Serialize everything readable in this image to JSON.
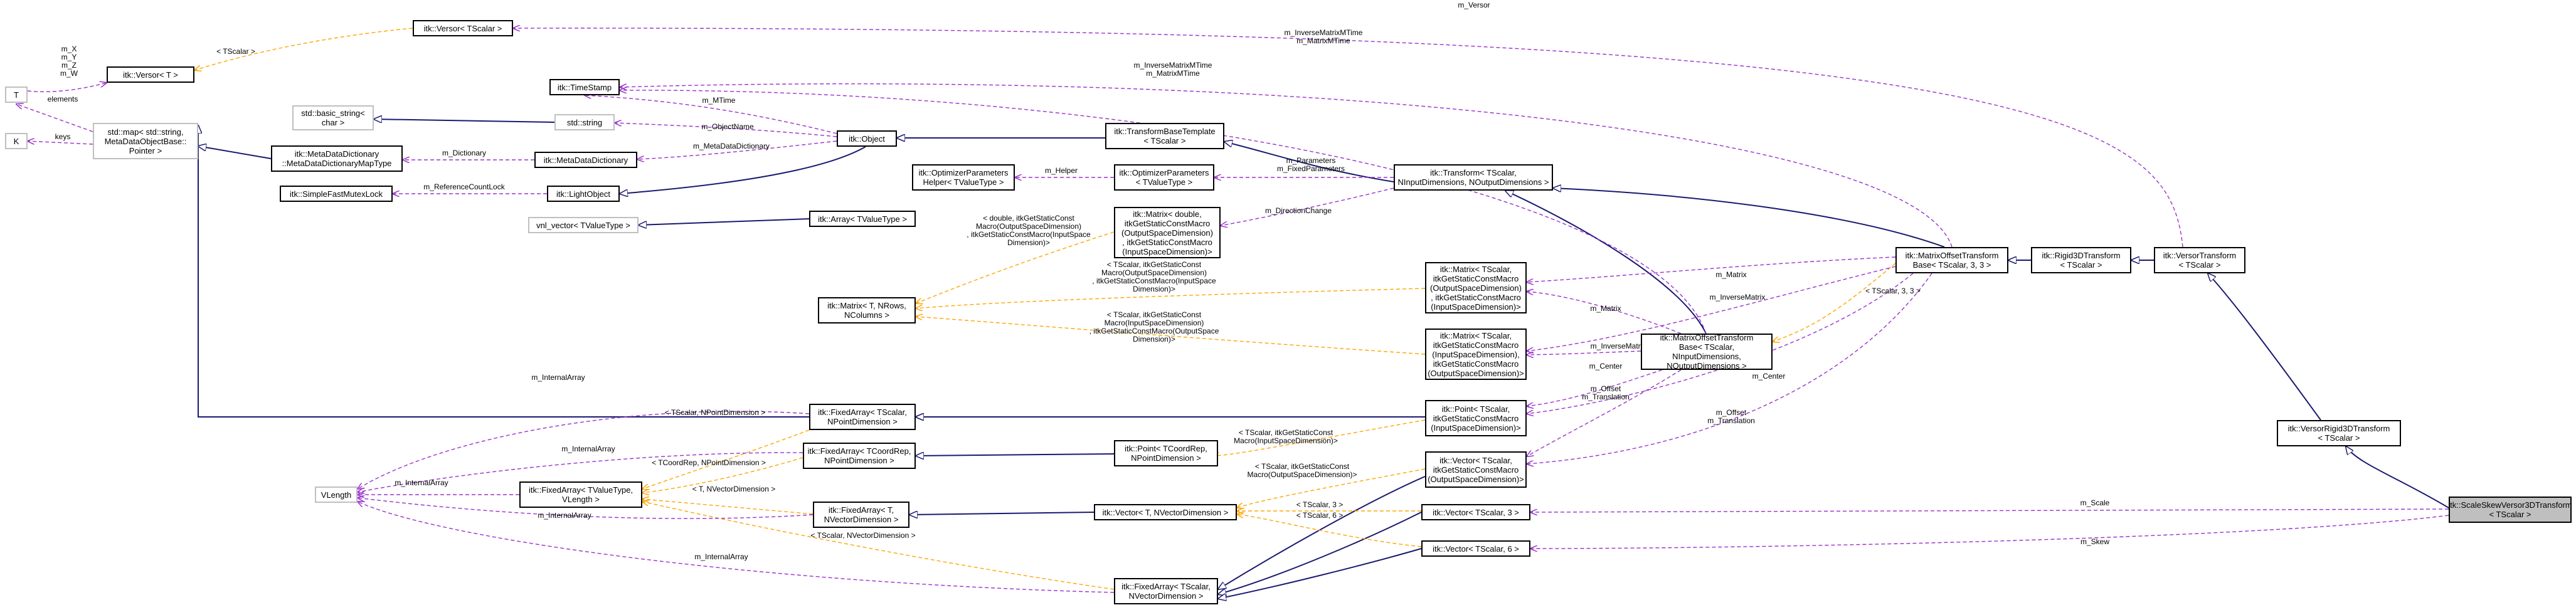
{
  "colors": {
    "inherit": "#191970",
    "usage": "#9a32cd",
    "template": "#ffa500",
    "border": "#000000",
    "external_border": "#bfbfbf",
    "focus_fill": "#bfbfbf"
  },
  "nodes": {
    "versor_tscalar": "itk::Versor< TScalar >",
    "versor_t": "itk::Versor< T >",
    "t": "T",
    "timestamp": "itk::TimeStamp",
    "basic_string": "std::basic_string<\nchar >",
    "std_string": "std::string",
    "k": "K",
    "std_map": "std::map< std::string,\nMetaDataObjectBase::\nPointer >",
    "mdd_map": "itk::MetaDataDictionary\n::MetaDataDictionaryMapType",
    "mdd": "itk::MetaDataDictionary",
    "object": "itk::Object",
    "tbt": "itk::TransformBaseTemplate\n< TScalar >",
    "opt_helper": "itk::OptimizerParameters\nHelper< TValueType >",
    "opt_params": "itk::OptimizerParameters\n< TValueType >",
    "transform": "itk::Transform< TScalar,\nNInputDimensions, NOutputDimensions >",
    "mutex": "itk::SimpleFastMutexLock",
    "light": "itk::LightObject",
    "vnl": "vnl_vector< TValueType >",
    "array": "itk::Array< TValueType >",
    "matrix_double": "itk::Matrix< double,\nitkGetStaticConstMacro\n(OutputSpaceDimension)\n, itkGetStaticConstMacro\n(InputSpaceDimension)>",
    "matrix_generic": "itk::Matrix< T, NRows,\nNColumns >",
    "matrix_out_in": "itk::Matrix< TScalar,\nitkGetStaticConstMacro\n(OutputSpaceDimension)\n, itkGetStaticConstMacro\n(InputSpaceDimension)>",
    "matrix_in_out": "itk::Matrix< TScalar,\nitkGetStaticConstMacro\n(InputSpaceDimension),\nitkGetStaticConstMacro\n(OutputSpaceDimension)>",
    "mot_base": "itk::MatrixOffsetTransform\nBase< TScalar, NInputDimensions,\nNOutputDimensions >",
    "mot_base33": "itk::MatrixOffsetTransform\nBase< TScalar, 3, 3 >",
    "rigid3d": "itk::Rigid3DTransform\n< TScalar >",
    "versor_transform": "itk::VersorTransform\n< TScalar >",
    "versor_rigid": "itk::VersorRigid3DTransform\n< TScalar >",
    "sssv": "itk::ScaleSkewVersor3DTransform\n< TScalar >",
    "fixed_point": "itk::FixedArray< TScalar,\nNPointDimension >",
    "point_in": "itk::Point< TScalar, itkGetStaticConstMacro\n(InputSpaceDimension)>",
    "fixed_coord": "itk::FixedArray< TCoordRep,\nNPointDimension >",
    "point_coord": "itk::Point< TCoordRep,\nNPointDimension >",
    "vlength": "VLength",
    "fixed_value": "itk::FixedArray< TValueType,\nVLength >",
    "fixed_t": "itk::FixedArray< T,\nNVectorDimension >",
    "vector_t": "itk::Vector< T, NVectorDimension >",
    "vector_out": "itk::Vector< TScalar,\nitkGetStaticConstMacro\n(OutputSpaceDimension)>",
    "vector3": "itk::Vector< TScalar, 3 >",
    "vector6": "itk::Vector< TScalar, 6 >",
    "fixed_vec": "itk::FixedArray< TScalar,\nNVectorDimension >"
  },
  "edge_labels": {
    "m_versor": "m_Versor",
    "tscalar": "< TScalar >",
    "m_xyzw": [
      "m_X",
      "m_Y",
      "m_Z",
      "m_W"
    ],
    "elements": "elements",
    "keys": "keys",
    "m_inv_mtime_1": [
      "m_InverseMatrixMTime",
      "m_MatrixMTime"
    ],
    "m_inv_mtime_2": [
      "m_InverseMatrixMTime",
      "m_MatrixMTime"
    ],
    "m_mtime": "m_MTime",
    "m_objectname": "m_ObjectName",
    "m_metadatadictionary": "m_MetaDataDictionary",
    "m_dictionary": "m_Dictionary",
    "m_helper": "m_Helper",
    "m_params": [
      "m_Parameters",
      "m_FixedParameters"
    ],
    "m_refcountlock": "m_ReferenceCountLock",
    "m_directionchange": "m_DirectionChange",
    "tmpl_double": [
      "< double, itkGetStaticConst",
      "Macro(OutputSpaceDimension)",
      ", itkGetStaticConstMacro(InputSpace",
      "Dimension)>"
    ],
    "tmpl_out_in": [
      "< TScalar, itkGetStaticConst",
      "Macro(OutputSpaceDimension)",
      ", itkGetStaticConstMacro(InputSpace",
      "Dimension)>"
    ],
    "tmpl_in_out": [
      "< TScalar, itkGetStaticConst",
      "Macro(InputSpaceDimension)",
      ", itkGetStaticConstMacro(OutputSpace",
      "Dimension)>"
    ],
    "m_matrix_a": "m_Matrix",
    "m_matrix_b": "m_Matrix",
    "m_inversematrix_a": "m_InverseMatrix",
    "m_inversematrix_b": "m_InverseMatrix",
    "tscalar33": "< TScalar, 3, 3 >",
    "m_center_a": "m_Center",
    "m_center_b": "m_Center",
    "m_offset_a": [
      "m_Offset",
      "m_Translation"
    ],
    "m_offset_b": [
      "m_Offset",
      "m_Translation"
    ],
    "m_internalarray_1": "m_InternalArray",
    "m_internalarray_2": "m_InternalArray",
    "m_internalarray_3": "m_InternalArray",
    "m_internalarray_4": "m_InternalArray",
    "m_internalarray_5": "m_InternalArray",
    "tmpl_npoint": "< TScalar, NPointDimension >",
    "tmpl_point_in": [
      "< TScalar, itkGetStaticConst",
      "Macro(InputSpaceDimension)>"
    ],
    "tmpl_coord": "< TCoordRep, NPointDimension >",
    "tmpl_t_nvec": "< T, NVectorDimension >",
    "tmpl_vec_out": [
      "< TScalar, itkGetStaticConst",
      "Macro(OutputSpaceDimension)>"
    ],
    "tmpl_tscalar3": "< TScalar, 3 >",
    "tmpl_tscalar6": "< TScalar, 6 >",
    "tmpl_tscalar_nvec": "< TScalar, NVectorDimension >",
    "m_scale": "m_Scale",
    "m_skew": "m_Skew"
  }
}
